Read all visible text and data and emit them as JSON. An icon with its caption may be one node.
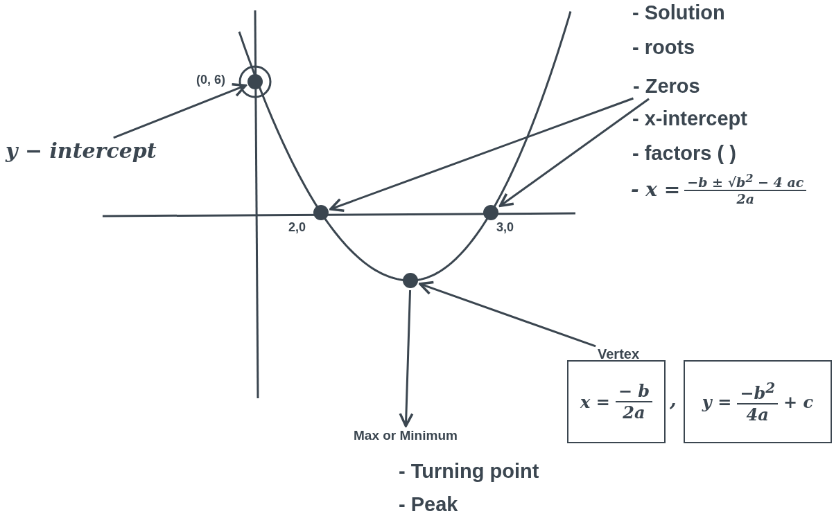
{
  "diagram": {
    "nodes": [
      {
        "text": [
          "y − intercept"
        ]
      },
      {
        "text": [],
        "shape": "circle",
        "beside": [
          "(0, 6)"
        ]
      },
      {
        "text": [],
        "shape": "circle",
        "beside": [
          "2,0"
        ]
      },
      {
        "text": [],
        "shape": "circle",
        "beside": [
          "3,0"
        ]
      },
      {
        "text": [],
        "shape": "circle"
      },
      {
        "text": [
          "- Zeros"
        ]
      },
      {
        "text": [
          "Vertex"
        ]
      },
      {
        "text": [
          "x =",
          "− b",
          "2a"
        ]
      },
      {
        "text": [
          "y =",
          "−b$^{2}$",
          "4a",
          "+ c"
        ]
      },
      {
        "text": [
          "Max or Minimum"
        ]
      }
    ],
    "edges": [
      {
        "from": 0,
        "to": 1,
        "arrow": "to"
      },
      {
        "from": 5,
        "to": 2,
        "arrow": "to"
      },
      {
        "from": 5,
        "to": 3,
        "arrow": "to"
      },
      {
        "from": 6,
        "to": 4,
        "arrow": "to"
      },
      {
        "from": 4,
        "to": 9,
        "arrow": "to"
      }
    ],
    "labels": [
      "- Solution",
      "- roots",
      "- x-intercept",
      "- factors (   )",
      "- x =",
      "−b ± √b$^{2}$ − 4 ac",
      "2a",
      ",",
      "- Turning point",
      "- Peak"
    ]
  }
}
